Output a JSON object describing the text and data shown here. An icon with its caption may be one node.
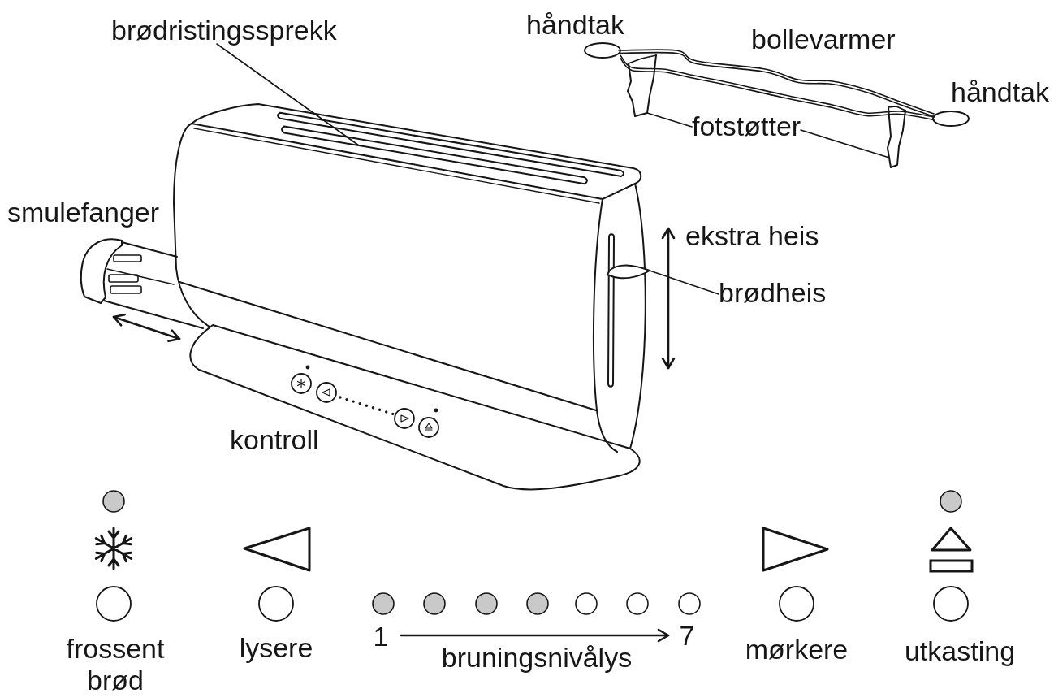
{
  "diagram": {
    "nodes": [
      {
        "text": [
          "brødristingssprekk"
        ]
      },
      {
        "text": [],
        "shape": "picture"
      },
      {
        "text": [
          "fotstøtter"
        ]
      },
      {
        "text": [],
        "shape": "picture"
      },
      {
        "text": [],
        "shape": "picture"
      },
      {
        "text": [
          "brødheis"
        ]
      },
      {
        "text": [],
        "shape": "picture"
      }
    ],
    "edges": [
      {
        "from": 0,
        "to": 1,
        "arrow": "none"
      },
      {
        "from": 2,
        "to": 3,
        "arrow": "none"
      },
      {
        "from": 2,
        "to": 4,
        "arrow": "none"
      },
      {
        "from": 5,
        "to": 6,
        "arrow": "none"
      }
    ],
    "labels": [
      "håndtak",
      "bollevarmer",
      "håndtak",
      "smulefanger",
      "ekstra heis",
      "kontroll",
      "frossent brød",
      "lysere",
      "1",
      "bruningsnivålys",
      "7",
      "mørkere",
      "utkasting"
    ]
  }
}
